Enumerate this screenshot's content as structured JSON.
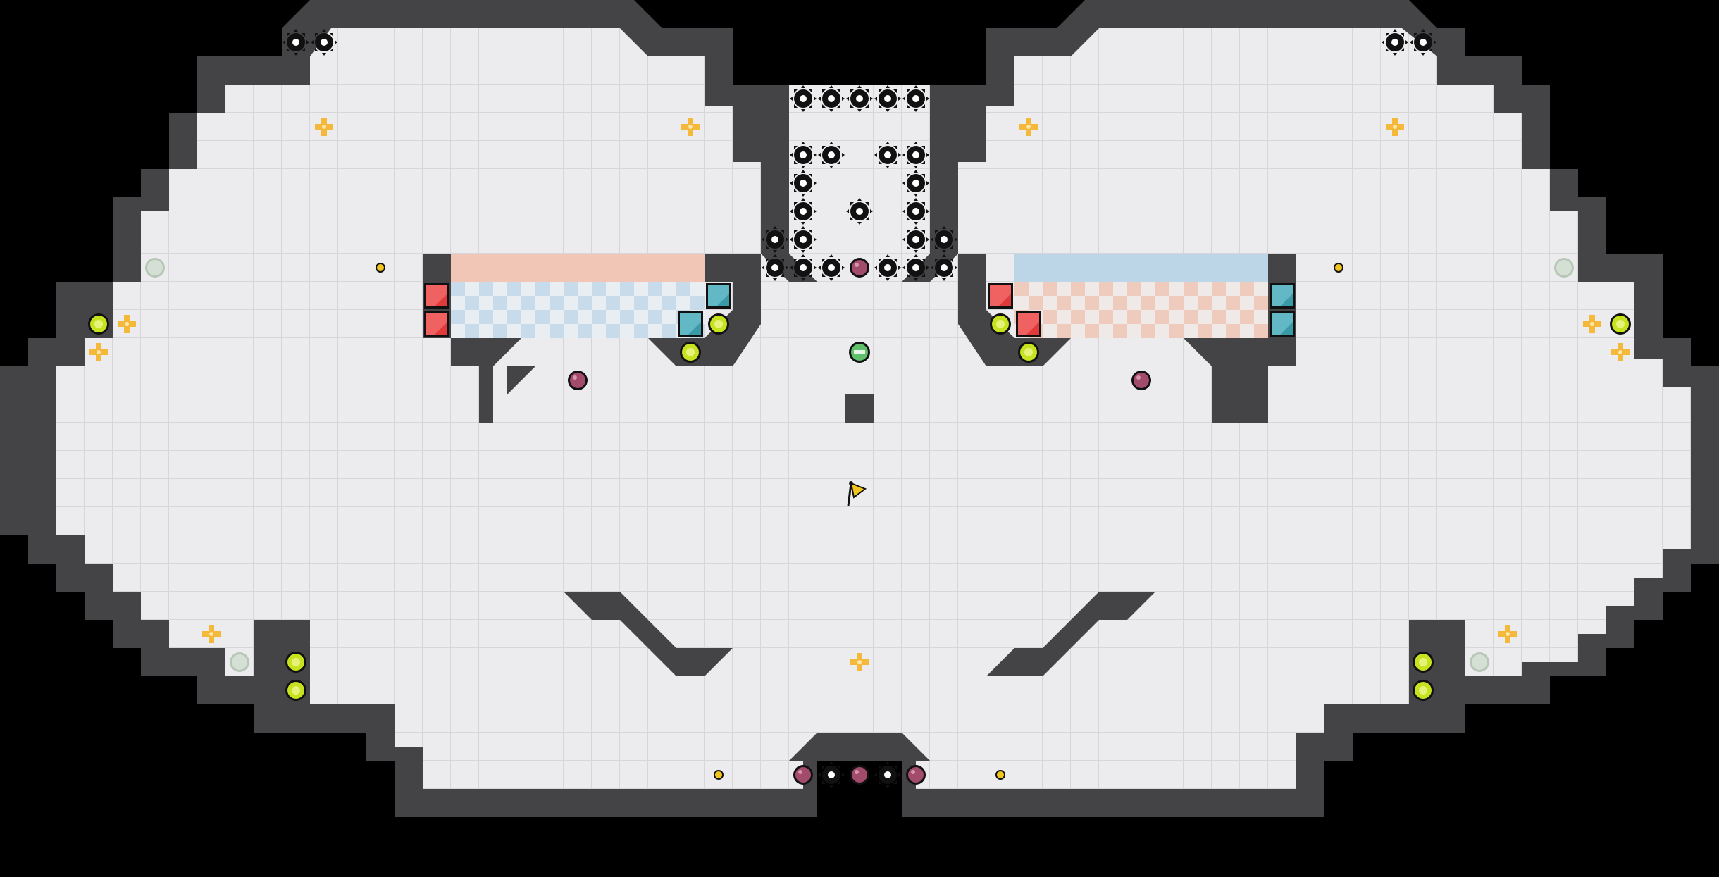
{
  "level": {
    "name": "",
    "colors": {
      "background": "#000000",
      "floor": "#ececef",
      "grid": "#d6d6da",
      "wall": "#444447",
      "wall_edge": "#2a2a2c",
      "red_team": "#e03a3a",
      "blue_team": "#3a9aa8",
      "red_zone": "#f2c6b6",
      "blue_zone": "#bcd6e8",
      "bomb": "#a24b6a",
      "boost": "#c7e21e",
      "powerup": "#f4b83a",
      "flag": "#f2c41e",
      "gate_spike": "#111111",
      "portal": "#c9d8c9",
      "small_orb": "#f2c41e"
    },
    "legend": {
      "spike": "spike",
      "bomb": "bomb",
      "boost": "speed-boost",
      "powerup": "powerup",
      "flag": "flag",
      "red_tile": "red-team-tile",
      "blue_tile": "blue-team-tile",
      "portal": "portal",
      "button": "button"
    }
  }
}
